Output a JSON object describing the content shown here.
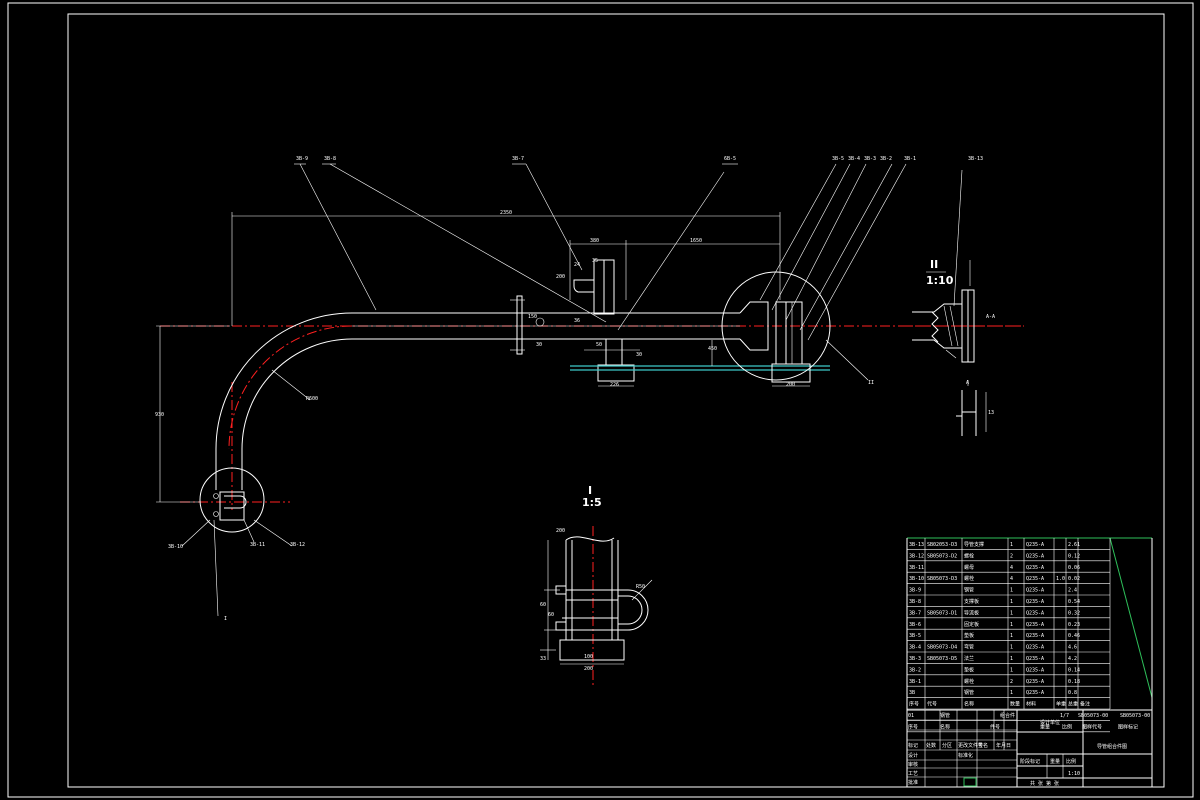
{
  "colors": {
    "background": "#000000",
    "line": "#ffffff",
    "center_line": "#ff2020",
    "water_line": "#3cc8c8",
    "table_line": "#2ec05a"
  },
  "callouts": {
    "c1": "3B-9",
    "c2": "3B-8",
    "c3": "3B-7",
    "c4": "6B-5",
    "c5": "3B-5",
    "c6": "3B-4",
    "c7": "3B-3",
    "c8": "3B-2",
    "c9": "3B-1",
    "c10": "3B-13",
    "c11": "3B-10",
    "c12": "3B-11",
    "c13": "3B-12",
    "c14": "II",
    "c15": "I"
  },
  "dims": {
    "d_total": "2350",
    "d_mid": "1650",
    "d_a": "380",
    "d_b": "24",
    "d_c": "35",
    "d_d": "200",
    "d_e": "150",
    "d_vert": "930",
    "d_r": "R600",
    "d_f": "50",
    "d_g": "30",
    "d_h": "226",
    "d_k": "200",
    "d_m": "450",
    "d_n": "30",
    "d_side": "36"
  },
  "detail_ii": {
    "label": "II",
    "scale": "1:10",
    "tag": "A-A",
    "sec": "A",
    "dim": "13"
  },
  "detail_i": {
    "label": "I",
    "scale": "1:5",
    "d1": "200",
    "d2": "60",
    "d3": "R50",
    "d4": "100",
    "d5": "33",
    "d6": "60",
    "d7": "200"
  },
  "bom": {
    "rows": [
      [
        "3B-13",
        "SB02053-D3",
        "导管支撑",
        "1",
        "Q235-A",
        "",
        "2.61"
      ],
      [
        "3B-12",
        "SB05073-D2",
        "螺栓",
        "2",
        "Q235-A",
        "",
        "0.12"
      ],
      [
        "3B-11",
        "",
        "螺母",
        "4",
        "Q235-A",
        "",
        "0.06"
      ],
      [
        "3B-10",
        "SB05073-D3",
        "螺栓",
        "4",
        "Q235-A",
        "1.0",
        "0.02"
      ],
      [
        "3B-9",
        "",
        "钢管",
        "1",
        "Q235-A",
        "",
        "2.4"
      ],
      [
        "3B-8",
        "",
        "支撑板",
        "1",
        "Q235-A",
        "",
        "0.54"
      ],
      [
        "3B-7",
        "SB05073-D1",
        "导流板",
        "1",
        "Q235-A",
        "",
        "0.32"
      ],
      [
        "3B-6",
        "",
        "固定板",
        "1",
        "Q235-A",
        "",
        "0.23"
      ],
      [
        "3B-5",
        "",
        "垫板",
        "1",
        "Q235-A",
        "",
        "0.46"
      ],
      [
        "3B-4",
        "SB05073-D4",
        "弯管",
        "1",
        "Q235-A",
        "",
        "4.6"
      ],
      [
        "3B-3",
        "SB05073-D5",
        "法兰",
        "1",
        "Q235-A",
        "",
        "4.2"
      ],
      [
        "3B-2",
        "",
        "垫板",
        "1",
        "Q235-A",
        "",
        "0.14"
      ],
      [
        "3B-1",
        "",
        "螺栓",
        "2",
        "Q235-A",
        "",
        "0.18"
      ],
      [
        "3B",
        "",
        "钢管",
        "1",
        "Q235-A",
        "",
        "0.8"
      ]
    ],
    "hdr1": [
      "序号",
      "代号",
      "名称",
      "数量",
      "材料",
      "单重",
      "总重",
      "备注"
    ],
    "hdr2": [
      "01",
      "钢管",
      "组合件",
      "1/7",
      "SB05073-00",
      "SB05073-00"
    ],
    "hdr3": [
      "序号",
      "名称",
      "件号",
      "重量",
      "比例",
      "图样代号",
      "图样标记"
    ]
  },
  "title_block": {
    "company": "设计单位",
    "drawing_title": "导管组合件图",
    "r1": [
      "标记",
      "处数",
      "分区",
      "更改文件号",
      "签名",
      "年月日"
    ],
    "r2": [
      "设计",
      "标准化"
    ],
    "r3": [
      "审核"
    ],
    "r4": [
      "工艺",
      "批准"
    ],
    "stage": [
      "阶段标记",
      "重量",
      "比例"
    ],
    "scale": "1:10",
    "sheet": "共 张 第 张"
  }
}
